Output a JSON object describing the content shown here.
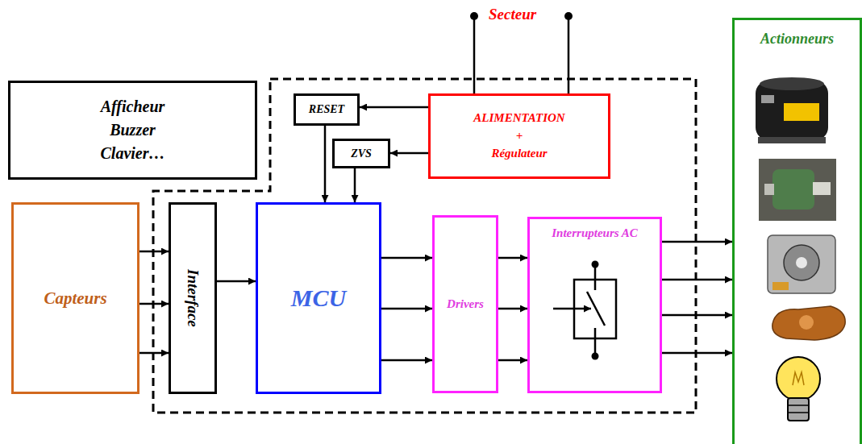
{
  "diagram": {
    "nodes": [
      {
        "text": [
          "Afficheur Buzzer Clavier…"
        ]
      },
      {
        "text": [
          "RESET"
        ]
      },
      {
        "text": [
          "ALIMENTATION + Régulateur"
        ]
      },
      {
        "text": [
          "ZVS"
        ]
      },
      {
        "text": [
          "Capteurs"
        ]
      },
      {
        "text": [
          "Interface"
        ]
      },
      {
        "text": [
          "MCU"
        ]
      },
      {
        "text": [
          "Drivers"
        ]
      },
      {
        "text": [
          "Interrupteurs AC"
        ]
      },
      {
        "text": [
          "Actionneurs"
        ]
      }
    ],
    "edges": [
      {
        "from": 4,
        "to": 5,
        "arrow": "to"
      },
      {
        "from": 4,
        "to": 5,
        "arrow": "to"
      },
      {
        "from": 4,
        "to": 5,
        "arrow": "to"
      },
      {
        "from": 5,
        "to": 6,
        "arrow": "to"
      },
      {
        "from": 6,
        "to": 7,
        "arrow": "to"
      },
      {
        "from": 6,
        "to": 7,
        "arrow": "to"
      },
      {
        "from": 6,
        "to": 7,
        "arrow": "to"
      },
      {
        "from": 7,
        "to": 8,
        "arrow": "to"
      },
      {
        "from": 7,
        "to": 8,
        "arrow": "to"
      },
      {
        "from": 7,
        "to": 8,
        "arrow": "to"
      },
      {
        "from": 8,
        "to": 9,
        "arrow": "to"
      },
      {
        "from": 8,
        "to": 9,
        "arrow": "to"
      },
      {
        "from": 8,
        "to": 9,
        "arrow": "to"
      },
      {
        "from": 8,
        "to": 9,
        "arrow": "to"
      },
      {
        "from": 2,
        "to": 1,
        "arrow": "to"
      },
      {
        "from": 2,
        "to": 3,
        "arrow": "to"
      },
      {
        "from": 1,
        "to": 6,
        "arrow": "to"
      },
      {
        "from": 3,
        "to": 6,
        "arrow": "to"
      }
    ],
    "labels": [
      "Secteur"
    ]
  }
}
